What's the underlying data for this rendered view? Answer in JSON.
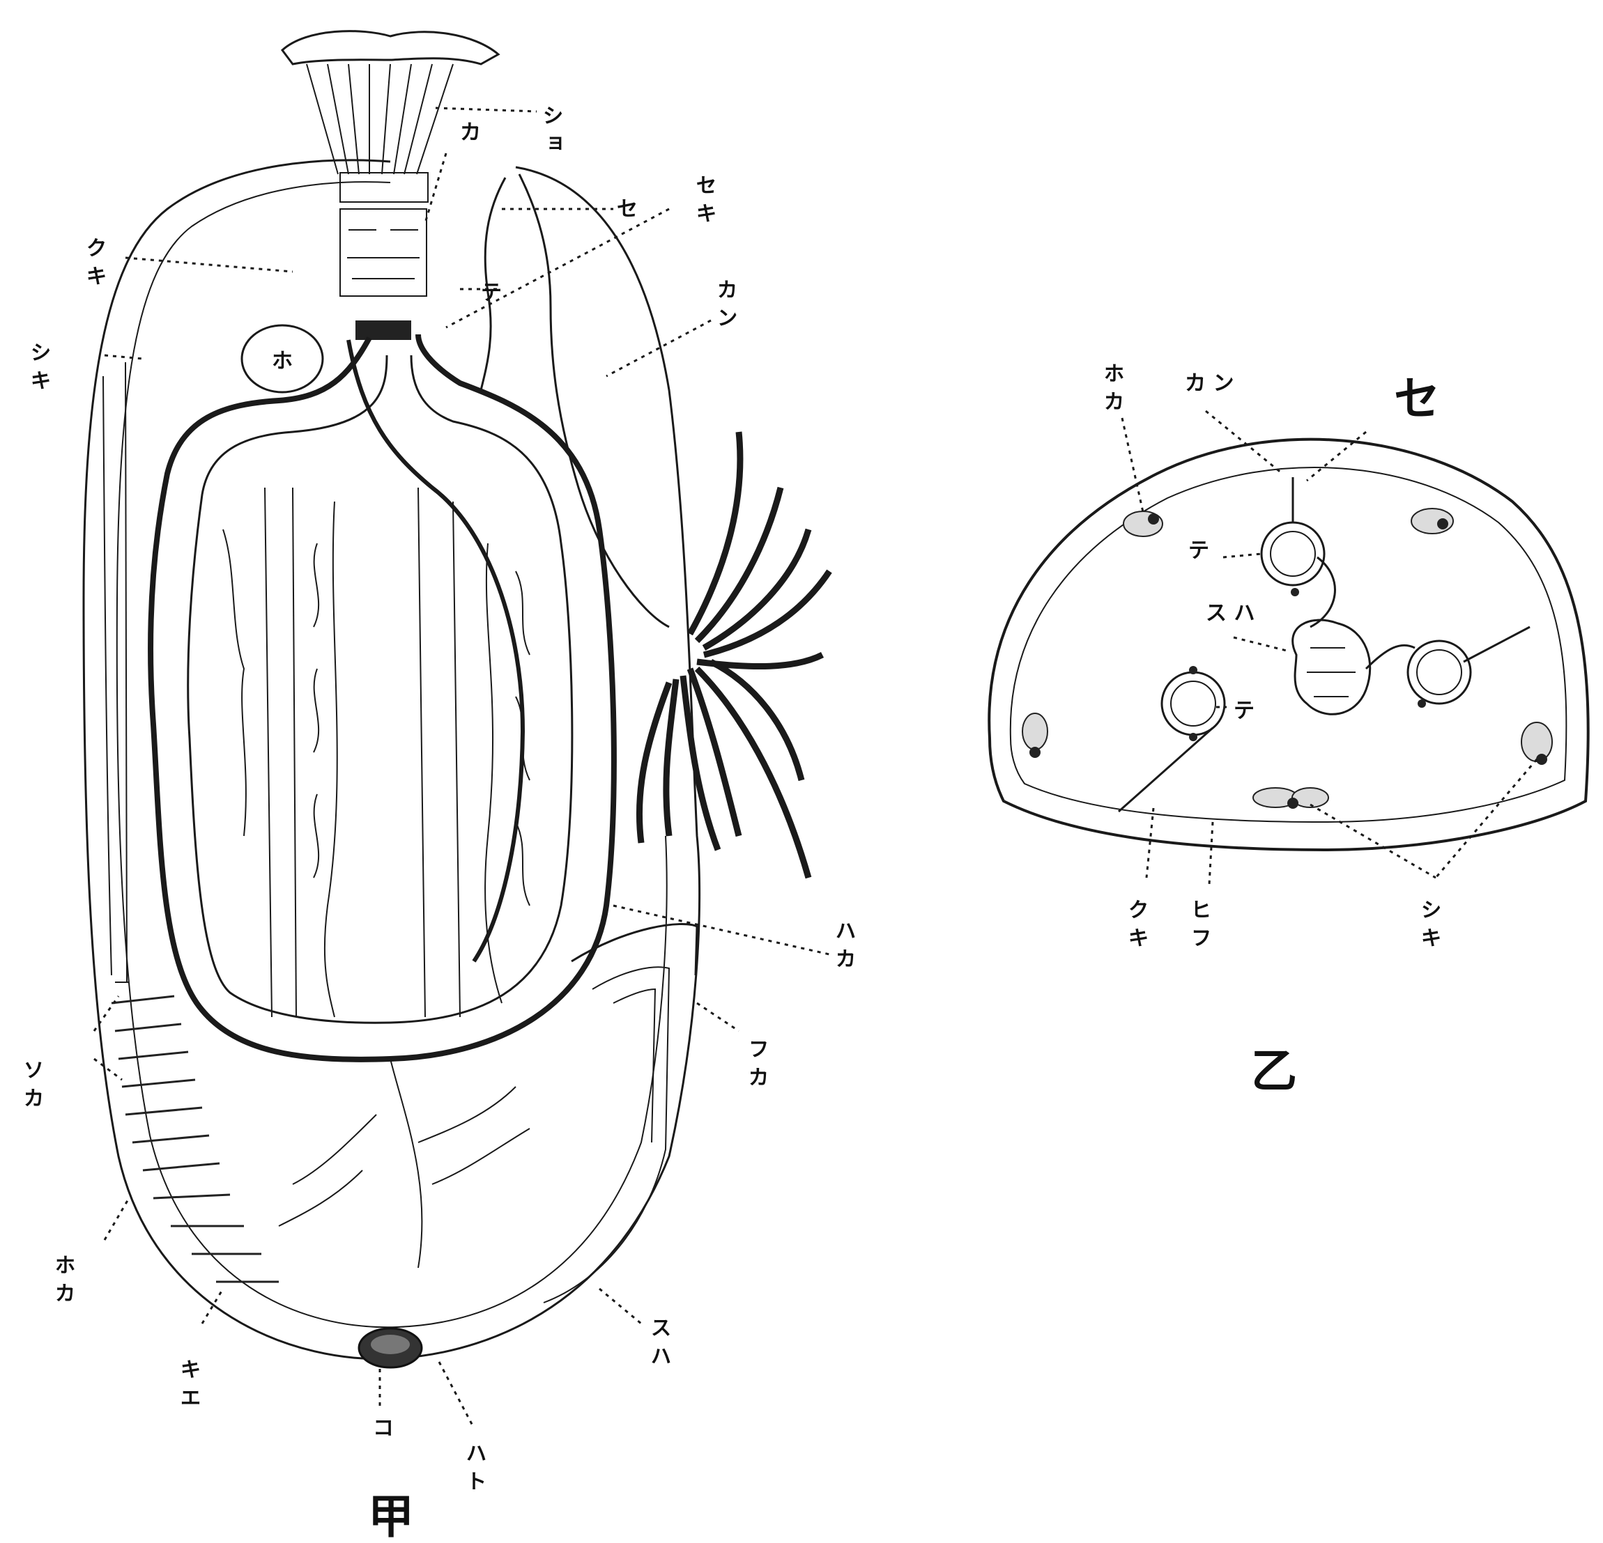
{
  "figures": {
    "left": {
      "caption": "甲",
      "labels": {
        "sho": "シ ョ",
        "ka_top": "カ",
        "se": "セ",
        "seki": "セ キ",
        "kuki": "ク キ",
        "te": "テ",
        "kan": "カ ン",
        "shiki": "シ キ",
        "ho": "ホ",
        "haka": "ハ カ",
        "fuka": "フ カ",
        "soka": "ソ カ",
        "hoka": "ホ カ",
        "ki_e": "キ エ",
        "suha": "ス ハ",
        "ko": "コ",
        "hato": "ハ ト"
      }
    },
    "right": {
      "caption": "乙",
      "labels": {
        "hoka": "ホ カ",
        "kan": "カ ン",
        "se": "セ",
        "te1": "テ",
        "suha": "ス ハ",
        "te2": "テ",
        "kuki": "ク キ",
        "hifu": "ヒ フ",
        "shiki": "シ キ"
      }
    }
  }
}
